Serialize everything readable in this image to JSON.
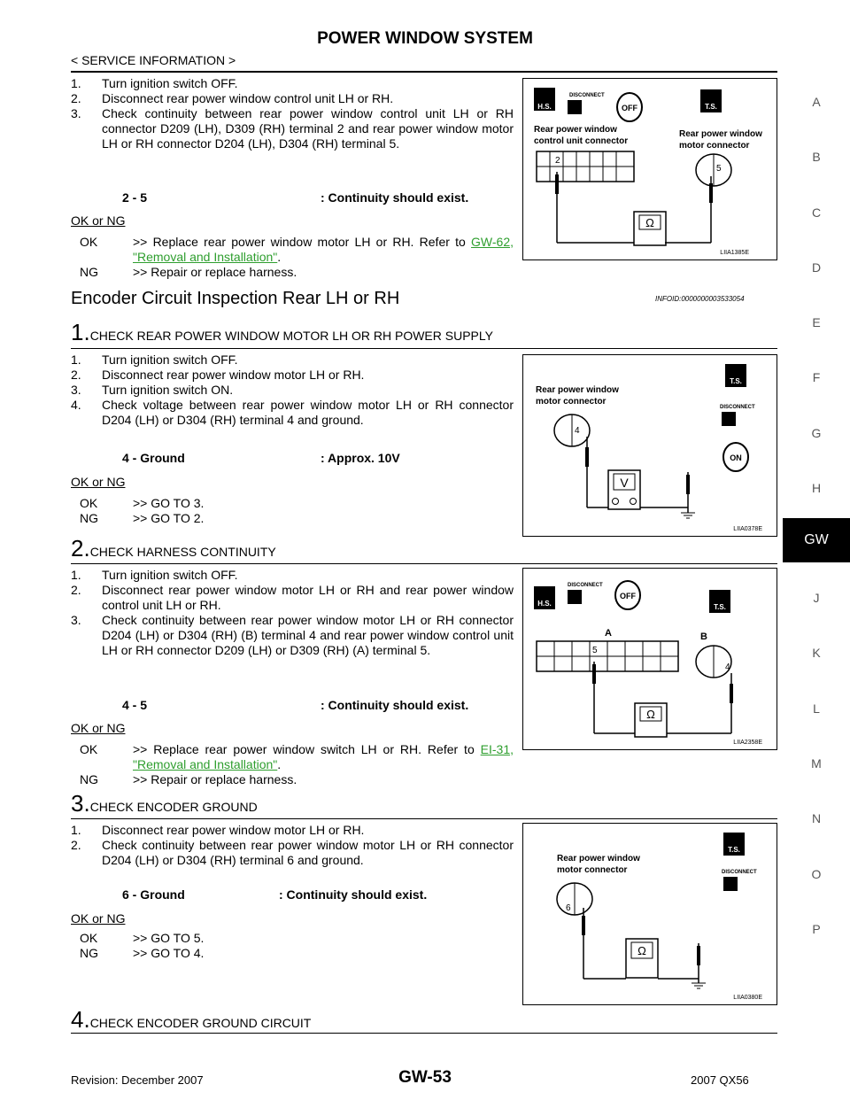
{
  "header": {
    "title": "POWER WINDOW SYSTEM",
    "subtitle": "< SERVICE INFORMATION >"
  },
  "block1": {
    "steps": [
      {
        "n": "1.",
        "text": "Turn ignition switch OFF."
      },
      {
        "n": "2.",
        "text": "Disconnect rear power window control unit LH or RH."
      },
      {
        "n": "3.",
        "text": "Check continuity between rear power window control unit LH or RH connector D209 (LH), D309 (RH) terminal 2 and rear power window motor LH or RH connector D204 (LH), D304 (RH) terminal 5."
      }
    ],
    "spec_left": "2 - 5",
    "spec_right": ": Continuity should exist.",
    "okng": "OK or NG",
    "ok_key": "OK",
    "ok_text": ">> Replace rear power window motor LH or RH. Refer to",
    "ok_link": "GW-62, \"Removal and Installation\"",
    "ng_key": "NG",
    "ng_text": ">> Repair or replace harness."
  },
  "section": {
    "title": "Encoder Circuit Inspection Rear LH or RH",
    "infoid": "INFOID:0000000003533054"
  },
  "step1": {
    "num": "1.",
    "title": "CHECK REAR POWER WINDOW MOTOR LH OR RH POWER SUPPLY",
    "items": [
      {
        "n": "1.",
        "text": "Turn ignition switch OFF."
      },
      {
        "n": "2.",
        "text": "Disconnect rear power window motor LH or RH."
      },
      {
        "n": "3.",
        "text": "Turn ignition switch ON."
      },
      {
        "n": "4.",
        "text": "Check voltage between rear power window motor LH or RH connector D204 (LH) or D304 (RH) terminal 4 and ground."
      }
    ],
    "spec_left": "4 - Ground",
    "spec_right": ": Approx. 10V",
    "okng": "OK or NG",
    "ok_key": "OK",
    "ok_text": ">> GO TO 3.",
    "ng_key": "NG",
    "ng_text": ">> GO TO 2."
  },
  "step2": {
    "num": "2.",
    "title": "CHECK HARNESS CONTINUITY",
    "items": [
      {
        "n": "1.",
        "text": "Turn ignition switch OFF."
      },
      {
        "n": "2.",
        "text": "Disconnect rear power window motor LH or RH and rear power window control unit LH or RH."
      },
      {
        "n": "3.",
        "text": "Check continuity between rear power window motor LH or RH connector D204 (LH) or D304 (RH) (B) terminal 4 and rear power window control unit LH or RH connector D209 (LH) or D309 (RH) (A) terminal 5."
      }
    ],
    "spec_left": "4 - 5",
    "spec_right": ": Continuity should exist.",
    "okng": "OK or NG",
    "ok_key": "OK",
    "ok_text": ">> Replace rear power window switch LH or RH. Refer to",
    "ok_link": "EI-31, \"Removal and Installation\"",
    "ng_key": "NG",
    "ng_text": ">> Repair or replace harness."
  },
  "step3": {
    "num": "3.",
    "title": "CHECK ENCODER GROUND",
    "items": [
      {
        "n": "1.",
        "text": "Disconnect rear power window motor LH or RH."
      },
      {
        "n": "2.",
        "text": "Check continuity between rear power window motor LH or RH connector D204 (LH) or D304 (RH) terminal 6 and ground."
      }
    ],
    "spec_left": "6 - Ground",
    "spec_right": ": Continuity should exist.",
    "okng": "OK or NG",
    "ok_key": "OK",
    "ok_text": ">> GO TO 5.",
    "ng_key": "NG",
    "ng_text": ">> GO TO 4."
  },
  "step4": {
    "num": "4.",
    "title": "CHECK ENCODER GROUND CIRCUIT"
  },
  "figures": {
    "fig1": {
      "code": "LIIA1385E",
      "label1": "Rear power window",
      "label2": "control unit connector",
      "label3": "Rear power window",
      "label4": "motor connector",
      "pin_a": "2",
      "pin_b": "5",
      "disconnect": "DISCONNECT",
      "off": "OFF",
      "hs": "H.S.",
      "ts": "T.S.",
      "meter": "Ω"
    },
    "fig2": {
      "code": "LIIA0378E",
      "label1": "Rear power window",
      "label2": "motor connector",
      "pin": "4",
      "disconnect": "DISCONNECT",
      "on": "ON",
      "ts": "T.S.",
      "meter": "V"
    },
    "fig3": {
      "code": "LIIA2358E",
      "pin_a": "5",
      "pin_b": "4",
      "a": "A",
      "b": "B",
      "disconnect": "DISCONNECT",
      "off": "OFF",
      "hs": "H.S.",
      "ts": "T.S.",
      "meter": "Ω"
    },
    "fig4": {
      "code": "LIIA0380E",
      "label1": "Rear power window",
      "label2": "motor connector",
      "pin": "6",
      "disconnect": "DISCONNECT",
      "ts": "T.S.",
      "meter": "Ω"
    }
  },
  "sidebar": {
    "letters": [
      "A",
      "B",
      "C",
      "D",
      "E",
      "F",
      "G",
      "H",
      "J",
      "K",
      "L",
      "M",
      "N",
      "O",
      "P"
    ],
    "active": "GW"
  },
  "footer": {
    "revision": "Revision: December 2007",
    "page": "GW-53",
    "model": "2007 QX56"
  }
}
